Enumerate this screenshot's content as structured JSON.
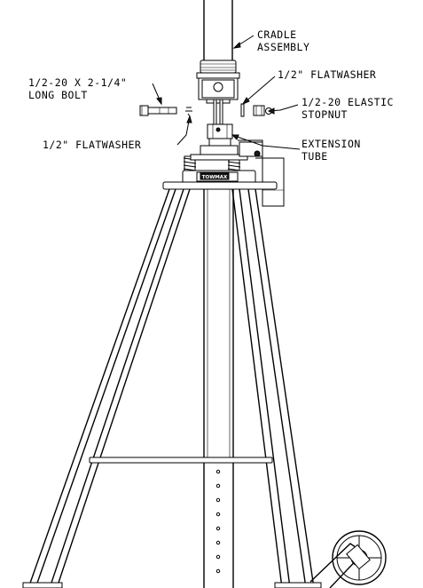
{
  "callouts": {
    "cradle_assembly": [
      "CRADLE",
      "ASSEMBLY"
    ],
    "long_bolt": [
      "1/2-20 X 2-1/4\"",
      "LONG BOLT"
    ],
    "flatwasher_right": "1/2\" FLATWASHER",
    "elastic_stopnut": [
      "1/2-20 ELASTIC",
      "STOPNUT"
    ],
    "flatwasher_left": "1/2\" FLATWASHER",
    "extension_tube": [
      "EXTENSION",
      "TUBE"
    ]
  },
  "logo_text": "TOWMAX"
}
